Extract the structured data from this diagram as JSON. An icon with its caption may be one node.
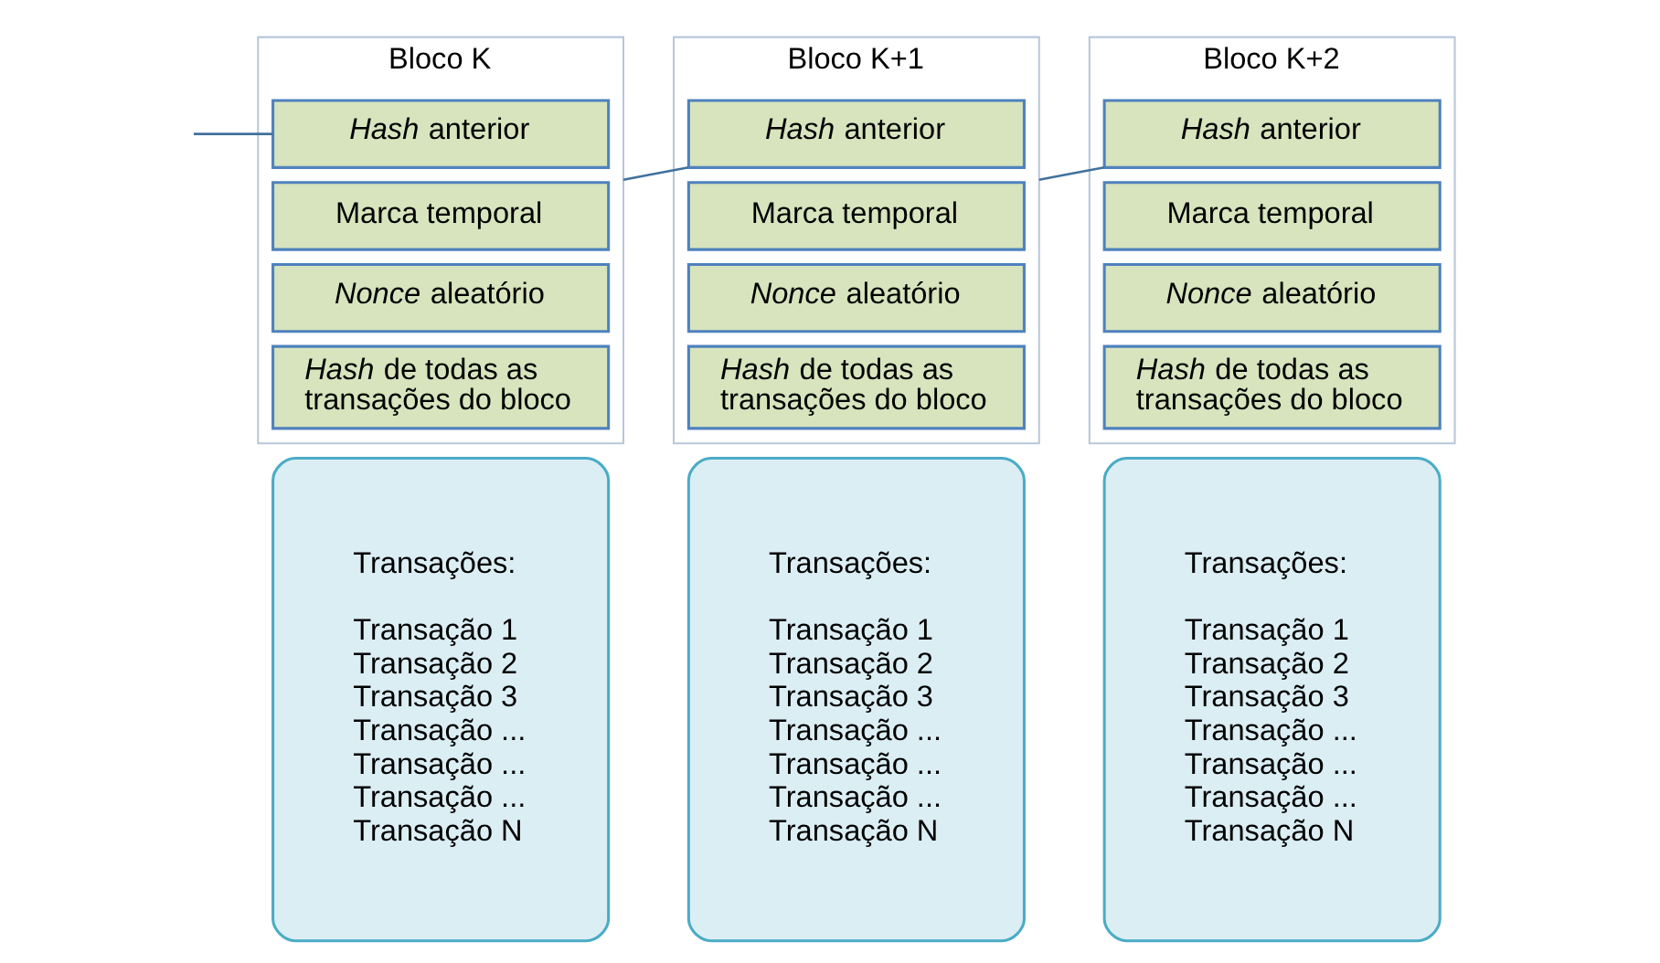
{
  "diagram": {
    "nodes": [
      {
        "text": [
          "Bloco K"
        ]
      },
      {
        "text": [
          "*Hash* anterior"
        ],
        "in": 0
      },
      {
        "text": [
          "Marca temporal"
        ],
        "in": 0
      },
      {
        "text": [
          "*Nonce* aleatório"
        ],
        "in": 0
      },
      {
        "text": [
          "*Hash* de todas as transações do bloco"
        ],
        "in": 0
      },
      {
        "text": [
          "Transações:",
          "Transação 1",
          "Transação 2",
          "Transação 3",
          "Transação ...",
          "Transação ...",
          "Transação ...",
          "Transação N"
        ]
      },
      {
        "text": [
          "Bloco K+1"
        ]
      },
      {
        "text": [
          "*Hash* anterior"
        ],
        "in": 6
      },
      {
        "text": [
          "Marca temporal"
        ],
        "in": 6
      },
      {
        "text": [
          "*Nonce* aleatório"
        ],
        "in": 6
      },
      {
        "text": [
          "*Hash* de todas as transações do bloco"
        ],
        "in": 6
      },
      {
        "text": [
          "Transações:",
          "Transação 1",
          "Transação 2",
          "Transação 3",
          "Transação ...",
          "Transação ...",
          "Transação ...",
          "Transação N"
        ]
      },
      {
        "text": [
          "Bloco K+2"
        ]
      },
      {
        "text": [
          "*Hash* anterior"
        ],
        "in": 12
      },
      {
        "text": [
          "Marca temporal"
        ],
        "in": 12
      },
      {
        "text": [
          "*Nonce* aleatório"
        ],
        "in": 12
      },
      {
        "text": [
          "*Hash* de todas as transações do bloco"
        ],
        "in": 12
      },
      {
        "text": [
          "Transações:",
          "Transação 1",
          "Transação 2",
          "Transação 3",
          "Transação ...",
          "Transação ...",
          "Transação ...",
          "Transação N"
        ]
      }
    ],
    "edges": [
      {
        "from": null,
        "to": 1,
        "arrow": "none"
      },
      {
        "from": 0,
        "to": 7,
        "arrow": "none"
      },
      {
        "from": 6,
        "to": 13,
        "arrow": "none"
      }
    ]
  }
}
